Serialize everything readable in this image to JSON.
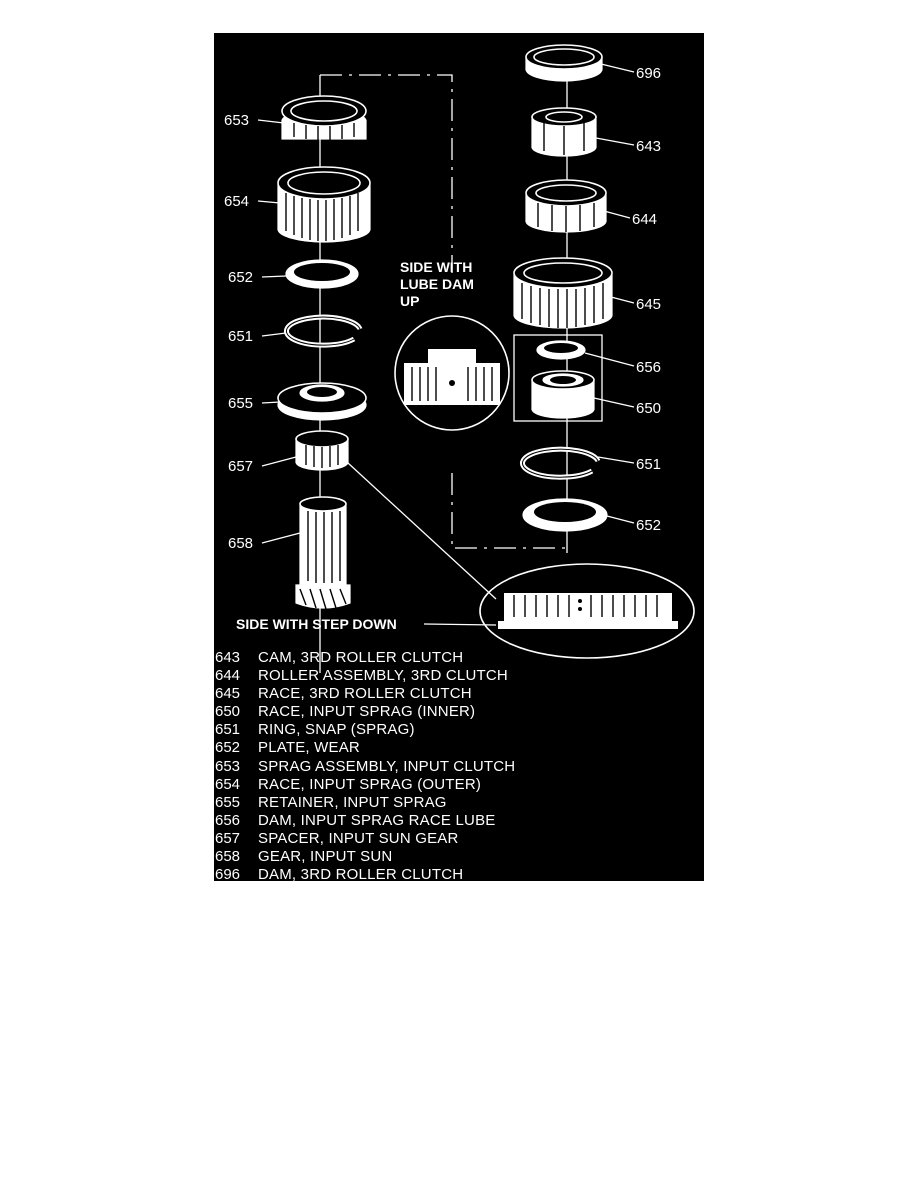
{
  "callouts": {
    "p653": "653",
    "p654": "654",
    "p652_left": "652",
    "p651_left": "651",
    "p655": "655",
    "p657": "657",
    "p658": "658",
    "p696": "696",
    "p643": "643",
    "p644": "644",
    "p645": "645",
    "p656": "656",
    "p650": "650",
    "p651_right": "651",
    "p652_right": "652"
  },
  "notes": {
    "lube_dam_line1": "SIDE WITH",
    "lube_dam_line2": "LUBE DAM",
    "lube_dam_line3": "UP",
    "step_down": "SIDE WITH STEP DOWN"
  },
  "legend": [
    {
      "num": "643",
      "desc": "CAM, 3RD ROLLER CLUTCH"
    },
    {
      "num": "644",
      "desc": "ROLLER ASSEMBLY, 3RD CLUTCH"
    },
    {
      "num": "645",
      "desc": "RACE, 3RD ROLLER CLUTCH"
    },
    {
      "num": "650",
      "desc": "RACE, INPUT SPRAG (INNER)"
    },
    {
      "num": "651",
      "desc": "RING, SNAP (SPRAG)"
    },
    {
      "num": "652",
      "desc": "PLATE, WEAR"
    },
    {
      "num": "653",
      "desc": "SPRAG ASSEMBLY, INPUT CLUTCH"
    },
    {
      "num": "654",
      "desc": "RACE, INPUT SPRAG (OUTER)"
    },
    {
      "num": "655",
      "desc": "RETAINER, INPUT SPRAG"
    },
    {
      "num": "656",
      "desc": "DAM, INPUT SPRAG RACE LUBE"
    },
    {
      "num": "657",
      "desc": "SPACER, INPUT SUN GEAR"
    },
    {
      "num": "658",
      "desc": "GEAR, INPUT SUN"
    },
    {
      "num": "696",
      "desc": "DAM, 3RD ROLLER CLUTCH"
    }
  ]
}
